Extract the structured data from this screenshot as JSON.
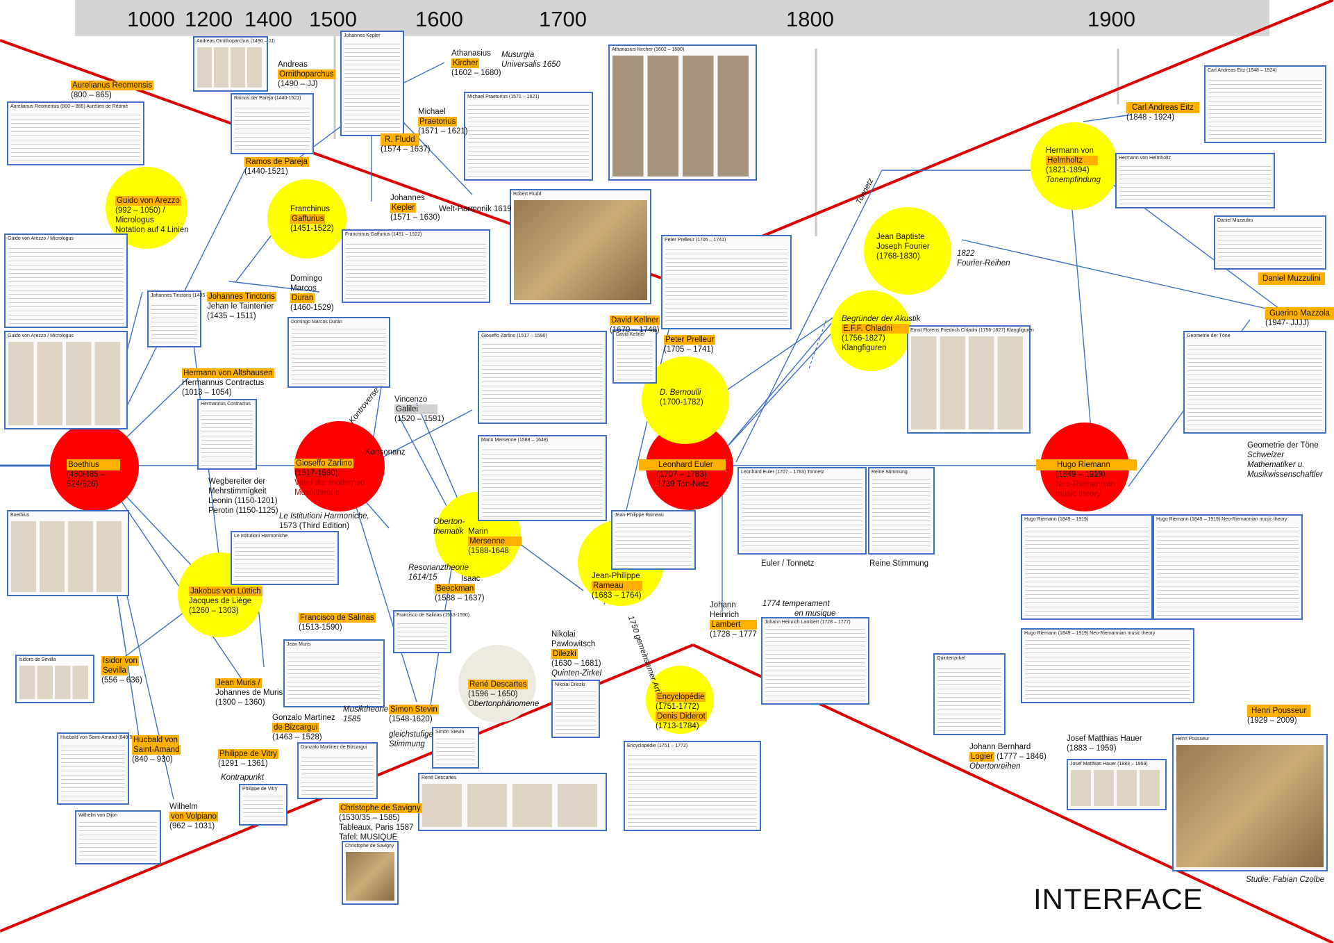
{
  "timeline": {
    "years": [
      "1000",
      "1200",
      "1400",
      "1500",
      "1600",
      "1700",
      "1800",
      "1900"
    ]
  },
  "footer": {
    "interface_label": "INTERFACE",
    "credit": "Studie: Fabian Czolbe"
  },
  "colors": {
    "key_figure": "#ff0000",
    "figure": "#ffff00",
    "name_highlight": "#ffb000",
    "frame_line": "#dd0000",
    "connection": "#3b6fc2"
  },
  "nodes": {
    "reomensis": {
      "name": "Aurelianus Reomensis",
      "dates": "(800 – 865)"
    },
    "ornithoparchus": {
      "name1": "Andreas",
      "name2": "Ornithoparchus",
      "dates": "(1490 – JJ)"
    },
    "kircher": {
      "name1": "Athanasius",
      "name2": "Kircher",
      "dates": "(1602 – 1680)",
      "work": "Musurgia",
      "work2": "Universalis 1650"
    },
    "praetorius": {
      "name1": "Michael",
      "name2": "Praetorius",
      "dates": "(1571 – 1621)"
    },
    "fludd": {
      "name": "R. Fludd",
      "dates": "(1574 – 1637)"
    },
    "kepler": {
      "name1": "Johannes",
      "name2": "Kepler",
      "dates": "(1571 – 1630)",
      "work": "Welt-Harmonik 1619"
    },
    "pareja": {
      "name": "Ramos de Pareja",
      "dates": "(1440-1521)"
    },
    "arezzo": {
      "name": "Guido von Arezzo",
      "dates": "(992 – 1050) /",
      "l2": "Micrologus",
      "l3": "Notation auf 4 Linien"
    },
    "gaffurius": {
      "name1": "Franchinus",
      "name2": "Gaffurius",
      "dates": "(1451-1522)"
    },
    "tinctoris": {
      "name": "Johannes Tinctoris",
      "l2": "Jehan le Taintenier",
      "dates": "(1435 – 1511)"
    },
    "duran": {
      "name1": "Domingo",
      "name2": "Marcos",
      "name3": "Duran",
      "dates": "(1460-1529)"
    },
    "altshausen": {
      "name": "Hermann von Altshausen",
      "l2": "Hermannus Contractus",
      "dates": "(1013 – 1054)"
    },
    "boethius": {
      "name": "Boethius",
      "dates": "(480/485 –",
      "dates2": "524/526)"
    },
    "zarlino": {
      "name": "Gioseffo Zarlino",
      "dates": "(1517-1590)",
      "l2": "Vater der modernen",
      "l3": "Musiktheorie",
      "work": "Le Istitutioni Harmoniche,",
      "work2": "1573 (Third Edition)"
    },
    "galilei": {
      "name1": "Vincenzo",
      "name2": "Galilei",
      "dates": "(1520 – 1591)",
      "konsonanz": "Konsonanz",
      "kontroverse": "Kontroverse"
    },
    "polyphony": {
      "l1": "Wegbereiter der",
      "l2": "Mehrstimmigkeit",
      "l3": "Leonin (1150-1201)",
      "l4": "Perotin (1150-1125)"
    },
    "luettich": {
      "name": "Jakobus von Lüttich",
      "l2": "Jacques de Liège",
      "dates": "(1260 – 1303)"
    },
    "sevilla": {
      "name1": "Isidor von",
      "name2": "Sevilla",
      "dates": "(556 – 636)"
    },
    "muris": {
      "name": "Jean Muris /",
      "l2": "Johannes de Muris",
      "dates": "(1300 – 1360)"
    },
    "hucbald": {
      "name1": "Hucbald von",
      "name2": "Saint-Amand",
      "dates": "(840 – 930)"
    },
    "vitry": {
      "name": "Philippe de Vitry",
      "dates": "(1291 – 1361)",
      "work": "Kontrapunkt"
    },
    "volpiano": {
      "name1": "Wilhelm",
      "name2": "von Volpiano",
      "dates": "(962 – 1031)"
    },
    "salinas": {
      "name": "Francisco de Salinas",
      "dates": "(1513-1590)"
    },
    "bizcargui": {
      "name1": "Gonzalo Martínez",
      "name2": "de Bizcargui",
      "dates": "(1463 – 1528)",
      "work": "Musiktheorie",
      "work2": "1585"
    },
    "stevin": {
      "name": "Simon Stevin",
      "dates": "(1548-1620)",
      "work": "gleichstufige",
      "work2": "Stimmung"
    },
    "savigny": {
      "name": "Christophe de Savigny",
      "dates": "(1530/35 – 1585)",
      "l2": "Tableaux, Paris 1587",
      "l3": "Tafel:  MUSIQUE"
    },
    "mersenne": {
      "name1": "Marin",
      "name2": "Mersenne",
      "dates": "(1588-1648",
      "obertone": "Oberton-",
      "obertone2": "thematik"
    },
    "beeckman": {
      "name1": "Isaac",
      "name2": "Beeckman",
      "dates": "(1588 – 1637)",
      "work": "Resonanztheorie",
      "work2": "1614/15"
    },
    "descartes": {
      "name": "René Descartes",
      "dates": "(1596 – 1650)",
      "work": "Obertonphänomene"
    },
    "dilezki": {
      "name1": "Nikolai",
      "name2": "Pawlowitsch",
      "name3": "Dilezki",
      "dates": "(1630 – 1681)",
      "work": "Quinten-Zirkel"
    },
    "kellner": {
      "name": "David Kellner",
      "dates": "(1670 – 1748)"
    },
    "prelleur": {
      "name": "Peter Prelleur",
      "dates": "(1705 – 1741)"
    },
    "bernoulli": {
      "name": "D. Bernoulli",
      "dates": "(1700-1782)"
    },
    "euler": {
      "name": "Leonhard Euler",
      "dates": "(1707 – 1783)",
      "l2": "1739 Ton-Netz"
    },
    "rameau": {
      "name1": "Jean-Philippe",
      "name2": "Rameau",
      "dates": "(1683 – 1764)",
      "work": "1750 gemeinsamer Artikel"
    },
    "encyclopedie": {
      "name": "Encyclopédie",
      "dates": "(1751-1772)",
      "name2": "Denis Diderot",
      "dates2": "(1713-1784)"
    },
    "lambert": {
      "name1": "Johann",
      "name2": "Heinrich",
      "name3": "Lambert",
      "dates": "(1728 – 1777",
      "work": "1774 temperament",
      "work2": "en musique"
    },
    "chladni": {
      "title": "Begründer der Akustik",
      "name": "E.F.F. Chladni",
      "dates": "(1756-1827)",
      "work": "Klangfiguren"
    },
    "fourier": {
      "name1": "Jean Baptiste",
      "name2": "Joseph Fourier",
      "dates": "(1768-1830)",
      "work": "1822",
      "work2": "Fourier-Reihen"
    },
    "tonnetz": {
      "label": "Tonnetz"
    },
    "helmholtz": {
      "name1": "Hermann von",
      "name2": "Helmholtz",
      "dates": "(1821-1894)",
      "work": "Tonempfindung"
    },
    "eitz": {
      "name": "Carl Andreas Eitz",
      "dates": "(1848 - 1924)"
    },
    "muzzulini": {
      "name": "Daniel Muzzulini"
    },
    "mazzola": {
      "name": "Guerino Mazzola",
      "dates": "(1947- JJJJ)",
      "l1": "Geometrie der Töne",
      "l2": "Schweizer",
      "l3": "Mathematiker u.",
      "l4": "Musikwissenschaftler"
    },
    "riemann": {
      "name": "Hugo Riemann",
      "dates": "(1849 – 1919)",
      "l2": "Neo-Riemannian",
      "l3": "music theory"
    },
    "logier": {
      "name1": "Johann Bernhard",
      "name2": "Logier",
      "dates": "(1777 – 1846)",
      "work": "Obertonreihen"
    },
    "hauer": {
      "name": "Josef Matthias Hauer",
      "dates": "(1883 – 1959)"
    },
    "pousseur": {
      "name": "Henri Pousseur",
      "dates": "(1929 – 2009)"
    },
    "captions": {
      "euler_tonnetz": "Euler / Tonnetz",
      "reine": "Reine Stimmung"
    }
  },
  "thumbnails": [
    {
      "id": "th-reomensis",
      "title": "Aurelianus Reomensis (800 – 865) Aurélien de Réomé",
      "style": "light"
    },
    {
      "id": "th-ornithoparchus",
      "title": "Andreas Ornithoparchus (1490 – JJ)",
      "style": "default"
    },
    {
      "id": "th-kepler",
      "title": "Johannes Kepler",
      "style": "light"
    },
    {
      "id": "th-pareja",
      "title": "Ramos der Pareja (1440-1521)",
      "style": "light"
    },
    {
      "id": "th-kircher",
      "title": "Athanasius Kircher (1602 – 1680)",
      "style": "dark"
    },
    {
      "id": "th-praetorius",
      "title": "Michael Praetorius (1571 – 1621)",
      "style": "light"
    },
    {
      "id": "th-fludd",
      "title": "Robert Fludd",
      "style": "photo"
    },
    {
      "id": "th-arezzo",
      "title": "Guido von Arezzo / Micrologus",
      "style": "light"
    },
    {
      "id": "th-arezzo2",
      "title": "Guido von Arezzo / Micrologus",
      "style": "default"
    },
    {
      "id": "th-tinctoris",
      "title": "Johannes Tinctoris (1435 – 1511)",
      "style": "light"
    },
    {
      "id": "th-gaffurius",
      "title": "Franchinus Gaffurius (1451 – 1522)",
      "style": "light"
    },
    {
      "id": "th-duran",
      "title": "Domingo Marcos Durán",
      "style": "light"
    },
    {
      "id": "th-prelleur",
      "title": "Peter Prelleur (1705 – 1741)",
      "style": "light"
    },
    {
      "id": "th-kellner",
      "title": "David Kellner",
      "style": "light"
    },
    {
      "id": "th-zarlino1",
      "title": "Gioseffo Zarlino (1517 – 1590)",
      "style": "light"
    },
    {
      "id": "th-mersenne",
      "title": "Marin Mersenne (1588 – 1648)",
      "style": "light"
    },
    {
      "id": "th-altshausen",
      "title": "Hermannus Contractus",
      "style": "light"
    },
    {
      "id": "th-boethius",
      "title": "Boethius",
      "style": "default"
    },
    {
      "id": "th-zarlino2",
      "title": "Le Istitutioni Harmoniche",
      "style": "light"
    },
    {
      "id": "th-salinas",
      "title": "Francisco de Salinas (1513-1590)",
      "style": "light"
    },
    {
      "id": "th-muris",
      "title": "Jean Muris",
      "style": "light"
    },
    {
      "id": "th-sevilla",
      "title": "Isidoro de Sevilla",
      "style": "default"
    },
    {
      "id": "th-hucbald",
      "title": "Hucbald von Saint-Amand (840-930)",
      "style": "light"
    },
    {
      "id": "th-volpiano",
      "title": "Wilhelm von Dijon",
      "style": "light"
    },
    {
      "id": "th-vitry",
      "title": "Philippe de Vitry",
      "style": "light"
    },
    {
      "id": "th-bizcargui",
      "title": "Gonzalo Martinez de Bizcargui",
      "style": "light"
    },
    {
      "id": "th-stevin",
      "title": "Simon Stevin",
      "style": "light"
    },
    {
      "id": "th-savigny",
      "title": "Christophe de Savigny",
      "style": "photo"
    },
    {
      "id": "th-descartes",
      "title": "René Descartes",
      "style": "default"
    },
    {
      "id": "th-rameau",
      "title": "Jean-Philippe Rameau",
      "style": "light"
    },
    {
      "id": "th-dilezki",
      "title": "Nikolai Dilezki",
      "style": "light"
    },
    {
      "id": "th-encyclopedie",
      "title": "Encyclopédie (1751 – 1772)",
      "style": "light"
    },
    {
      "id": "th-euler",
      "title": "Leonhard Euler (1707 – 1783) Tonnetz",
      "style": "light"
    },
    {
      "id": "th-reine",
      "title": "Reine Stimmung",
      "style": "light"
    },
    {
      "id": "th-lambert",
      "title": "Johann Heinrich Lambert (1728 – 1777)",
      "style": "light"
    },
    {
      "id": "th-chladni",
      "title": "Ernst Florens Friedrich Chladni (1756-1827) Klangfiguren",
      "style": "default"
    },
    {
      "id": "th-helmholtz",
      "title": "Hermann von Helmholtz",
      "style": "light"
    },
    {
      "id": "th-eitz",
      "title": "Carl Andreas Eitz (1848 – 1924)",
      "style": "light"
    },
    {
      "id": "th-muzzulini",
      "title": "Daniel Muzzulini",
      "style": "light"
    },
    {
      "id": "th-mazzola",
      "title": "Geometrie der Töne",
      "style": "light"
    },
    {
      "id": "th-riemann1",
      "title": "Hugo Riemann (1849 – 1919)",
      "style": "light"
    },
    {
      "id": "th-riemann2",
      "title": "Hugo Riemann (1849 – 1919) Neo-Riemannian music theory",
      "style": "light"
    },
    {
      "id": "th-riemann3",
      "title": "Hugo Riemann (1849 – 1919) Neo-Riemannian music theory",
      "style": "light"
    },
    {
      "id": "th-logier",
      "title": "Quintenzirkel",
      "style": "light"
    },
    {
      "id": "th-hauer",
      "title": "Josef Matthias Hauer (1883 – 1959)",
      "style": "default"
    },
    {
      "id": "th-pousseur",
      "title": "Henri Pousseur",
      "style": "photo"
    }
  ]
}
